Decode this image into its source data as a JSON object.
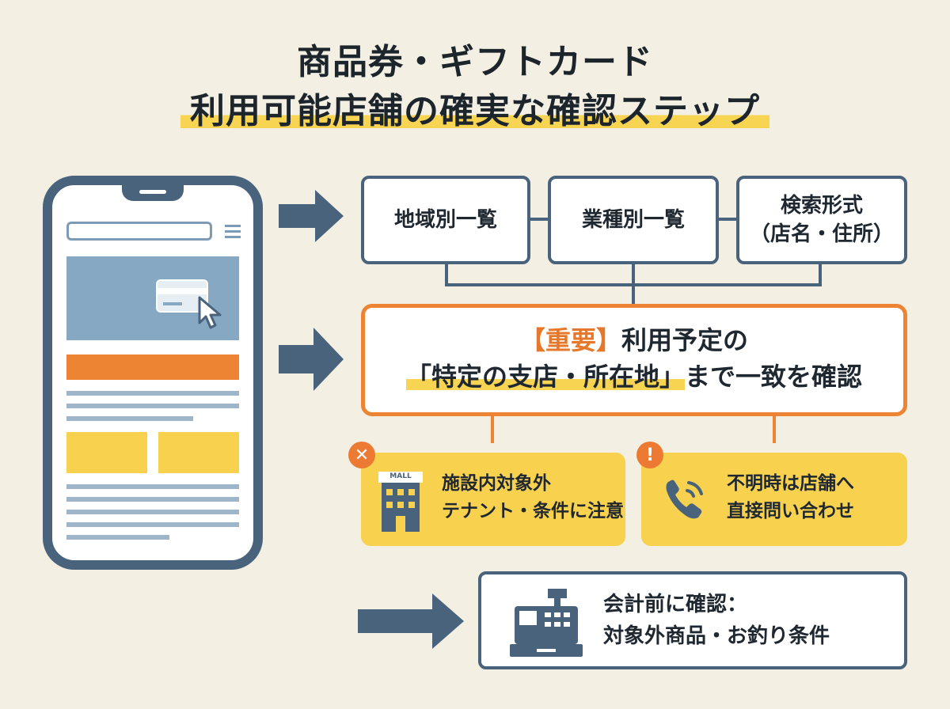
{
  "title": {
    "line1": "商品券・ギフトカード",
    "line2": "利用可能店舗の確実な確認ステップ"
  },
  "categories": {
    "region": "地域別一覧",
    "industry": "業種別一覧",
    "search_line1": "検索形式",
    "search_line2": "（店名・住所）"
  },
  "important": {
    "tag": "【重要】",
    "line1_rest": "利用予定の",
    "line2_highlight": "「特定の支店・所在地」",
    "line2_rest": "まで一致を確認"
  },
  "warnings": {
    "facility": {
      "badge": "✕",
      "sign": "MALL",
      "line1": "施設内対象外",
      "line2": "テナント・条件に注意"
    },
    "unknown": {
      "badge": "!",
      "line1": "不明時は店舗へ",
      "line2": "直接問い合わせ"
    }
  },
  "checkout": {
    "line1": "会計前に確認：",
    "line2": "対象外商品・お釣り条件"
  },
  "colors": {
    "navy": "#4a637c",
    "orange": "#ec8433",
    "yellow": "#f8d24e",
    "background": "#f3efe3"
  },
  "icons": [
    "smartphone-icon",
    "credit-card-icon",
    "cursor-icon",
    "menu-icon",
    "building-icon",
    "phone-call-icon",
    "cash-register-icon"
  ]
}
